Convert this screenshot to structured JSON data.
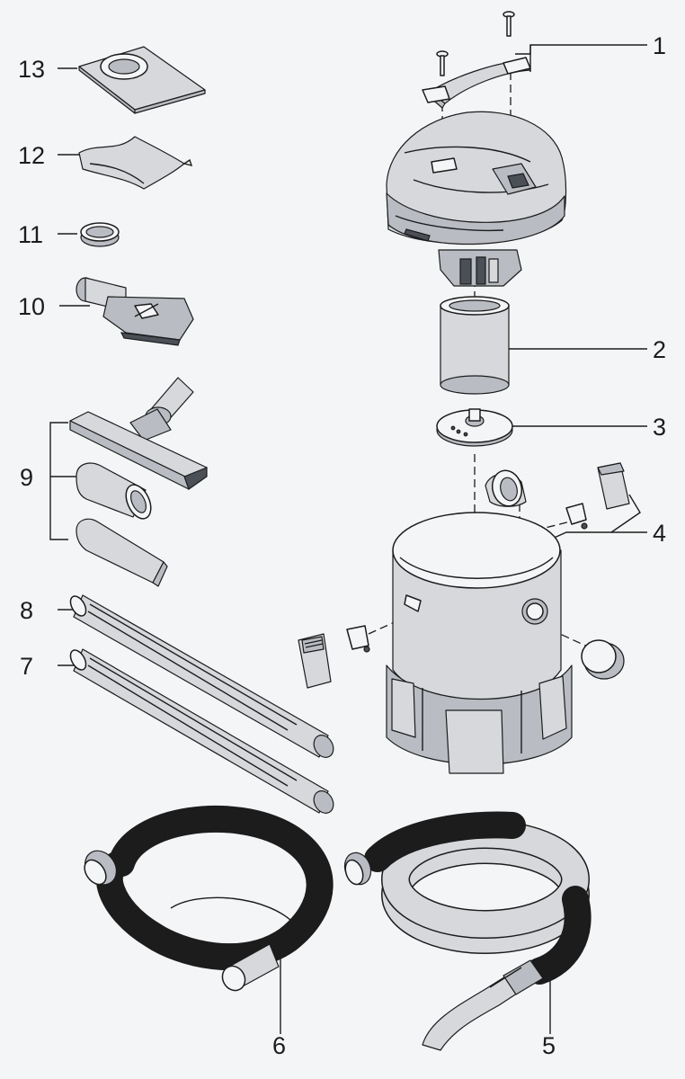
{
  "labels": [
    "1",
    "2",
    "3",
    "4",
    "5",
    "6",
    "7",
    "8",
    "9",
    "10",
    "11",
    "12",
    "13"
  ],
  "colors": {
    "line": "#1c1c1c",
    "shade": "#b9bcc2",
    "dark": "#4b4f56",
    "background": "#f4f5f7"
  }
}
